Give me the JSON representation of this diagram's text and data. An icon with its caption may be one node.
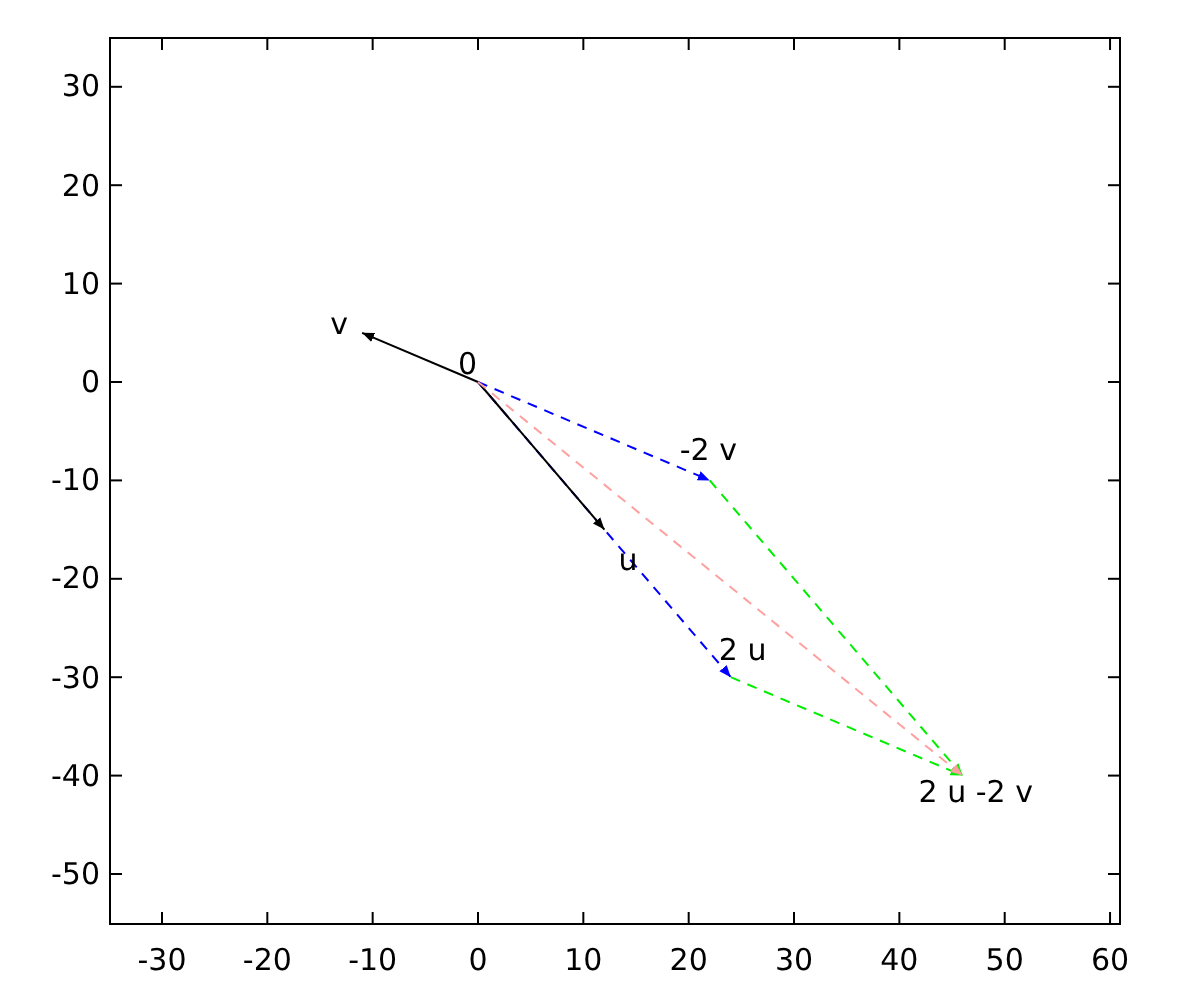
{
  "diagram": {
    "nodes": [
      {
        "text": [
          "0"
        ]
      },
      {
        "text": [
          "v"
        ]
      },
      {
        "text": [
          "u"
        ]
      },
      {
        "text": [
          "-2 v"
        ]
      },
      {
        "text": [
          "2 u"
        ]
      },
      {
        "text": [
          "2 u -2 v"
        ]
      }
    ],
    "edges": [
      {
        "from": 0,
        "to": 1,
        "arrow": "to"
      },
      {
        "from": 0,
        "to": 3,
        "arrow": "to",
        "style": "dashed",
        "color": "#0000ff"
      },
      {
        "from": 0,
        "to": 4,
        "arrow": "to",
        "style": "dashed",
        "color": "#0000ff"
      },
      {
        "from": 0,
        "to": 2,
        "arrow": "to"
      },
      {
        "from": 3,
        "to": 5,
        "arrow": "to",
        "style": "dashed",
        "color": "#00ee00"
      },
      {
        "from": 4,
        "to": 5,
        "arrow": "to",
        "style": "dashed",
        "color": "#00ee00"
      },
      {
        "from": 0,
        "to": 5,
        "arrow": "to",
        "style": "dashed",
        "color": "#ffa0a0"
      }
    ],
    "labels": [
      "30",
      "20",
      "10",
      "0",
      "-10",
      "-20",
      "-30",
      "-40",
      "-50",
      "-30",
      "-20",
      "-10",
      "0",
      "10",
      "20",
      "30",
      "40",
      "50",
      "60"
    ]
  }
}
